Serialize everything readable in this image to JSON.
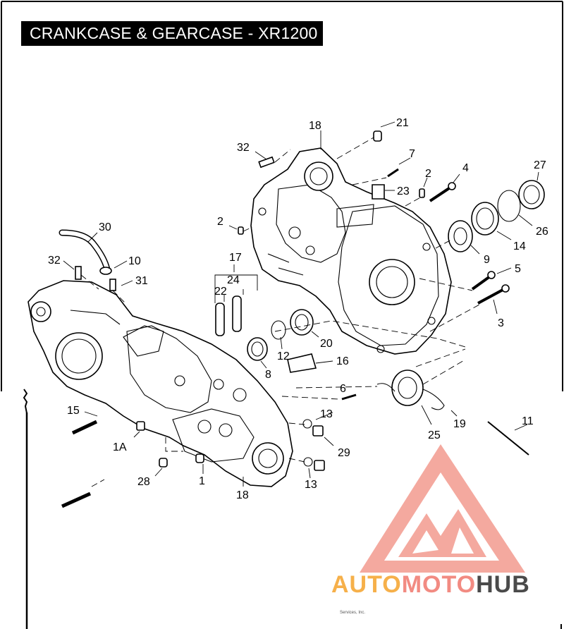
{
  "title": "CRANKCASE & GEARCASE - XR1200",
  "callouts": [
    "21",
    "18",
    "32",
    "7",
    "2",
    "4",
    "27",
    "23",
    "2",
    "30",
    "26",
    "14",
    "9",
    "5",
    "32",
    "10",
    "31",
    "17",
    "24",
    "22",
    "3",
    "20",
    "12",
    "16",
    "8",
    "6",
    "15",
    "13",
    "19",
    "25",
    "11",
    "1A",
    "29",
    "28",
    "1",
    "18",
    "13"
  ],
  "watermark": {
    "word_a": "AUTO",
    "word_b": "MOTO",
    "word_c": "HUB",
    "color_primary": "#f4a99f",
    "color_dark": "#4a4a4a"
  },
  "footer": {
    "credit": "Services, Inc."
  }
}
